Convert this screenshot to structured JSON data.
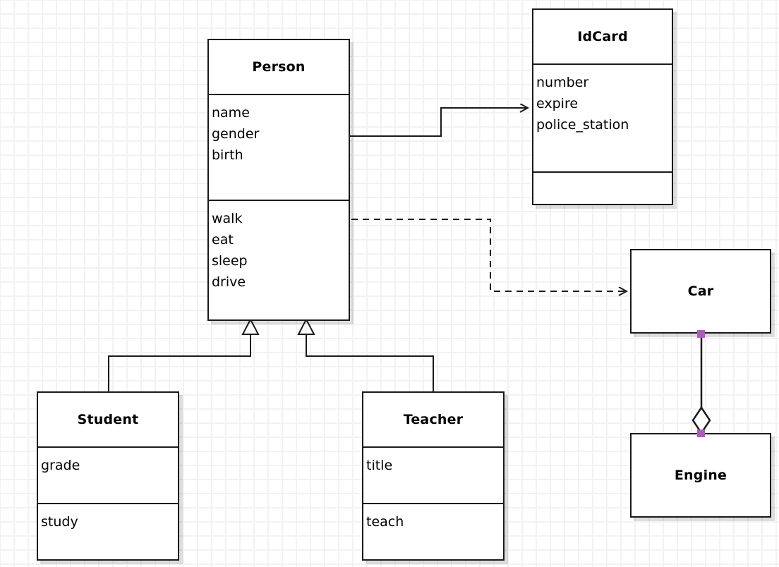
{
  "diagram": {
    "type": "uml-class-diagram",
    "background": "#ffffff",
    "grid_color": "#f2f2f2",
    "line_color": "#1a1a1a",
    "handle_color": "#ad5bbd"
  },
  "classes": {
    "person": {
      "name": "Person",
      "attributes": [
        "name",
        "gender",
        "birth"
      ],
      "operations": [
        "walk",
        "eat",
        "sleep",
        "drive"
      ]
    },
    "idcard": {
      "name": "IdCard",
      "attributes": [
        "number",
        "expire",
        "police_station"
      ],
      "operations": []
    },
    "student": {
      "name": "Student",
      "attributes": [
        "grade"
      ],
      "operations": [
        "study"
      ]
    },
    "teacher": {
      "name": "Teacher",
      "attributes": [
        "title"
      ],
      "operations": [
        "teach"
      ]
    },
    "car": {
      "name": "Car",
      "attributes": [],
      "operations": []
    },
    "engine": {
      "name": "Engine",
      "attributes": [],
      "operations": []
    }
  },
  "relationships": [
    {
      "id": "person-idcard",
      "kind": "association",
      "style": "solid",
      "arrow": "open-arrow",
      "from": "Person",
      "to": "IdCard"
    },
    {
      "id": "person-car",
      "kind": "dependency",
      "style": "dashed",
      "arrow": "open-arrow",
      "from": "Person",
      "to": "Car"
    },
    {
      "id": "student-person",
      "kind": "generalization",
      "style": "solid",
      "arrow": "hollow-triangle",
      "from": "Student",
      "to": "Person"
    },
    {
      "id": "teacher-person",
      "kind": "generalization",
      "style": "solid",
      "arrow": "hollow-triangle",
      "from": "Teacher",
      "to": "Person"
    },
    {
      "id": "car-engine",
      "kind": "aggregation",
      "style": "solid",
      "arrow": "hollow-diamond",
      "from": "Car",
      "to": "Engine"
    }
  ]
}
